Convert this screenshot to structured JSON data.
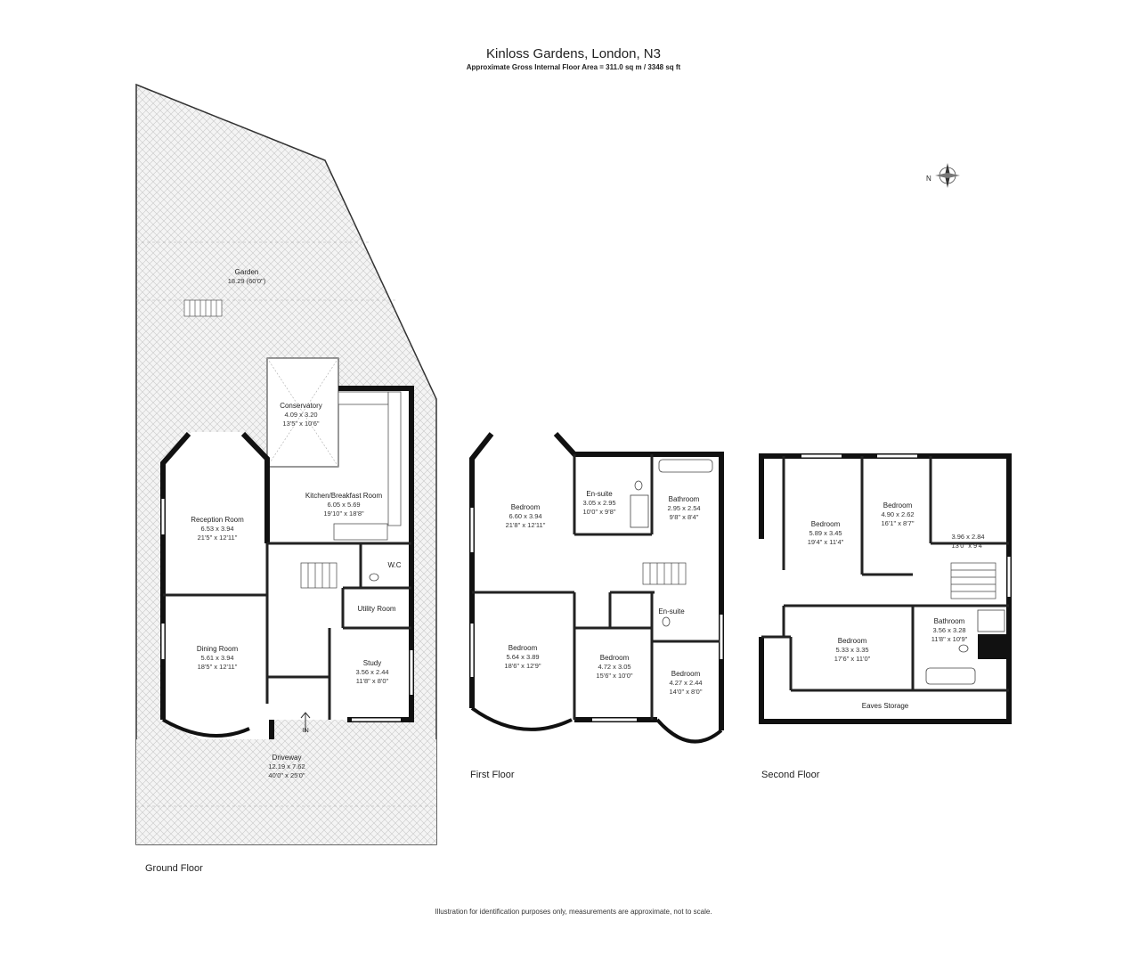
{
  "header": {
    "title": "Kinloss Gardens, London, N3",
    "subtitle": "Approximate Gross Internal Floor Area = 311.0 sq m / 3348 sq ft"
  },
  "compass": {
    "label": "N"
  },
  "floors": {
    "ground": "Ground Floor",
    "first": "First Floor",
    "second": "Second Floor"
  },
  "ground_rooms": {
    "garden": {
      "name": "Garden",
      "dims": "18.29 (60'0\")"
    },
    "conservatory": {
      "name": "Conservatory",
      "metric": "4.09 x 3.20",
      "imperial": "13'5\" x 10'6\""
    },
    "kitchen": {
      "name": "Kitchen/Breakfast Room",
      "metric": "6.05 x 5.69",
      "imperial": "19'10\" x 18'8\""
    },
    "reception": {
      "name": "Reception Room",
      "metric": "6.53 x 3.94",
      "imperial": "21'5\" x 12'11\""
    },
    "wc": {
      "name": "W.C"
    },
    "utility": {
      "name": "Utility Room"
    },
    "dining": {
      "name": "Dining Room",
      "metric": "5.61 x 3.94",
      "imperial": "18'5\" x 12'11\""
    },
    "study": {
      "name": "Study",
      "metric": "3.56 x 2.44",
      "imperial": "11'8\" x 8'0\""
    },
    "entrance": {
      "name": "IN"
    },
    "driveway": {
      "name": "Driveway",
      "metric": "12.19 x 7.62",
      "imperial": "40'0\" x 25'0\""
    }
  },
  "first_rooms": {
    "bedroom_front": {
      "name": "Bedroom",
      "metric": "6.60 x 3.94",
      "imperial": "21'8\" x 12'11\""
    },
    "ensuite_a": {
      "name": "En-suite",
      "metric": "3.05 x 2.95",
      "imperial": "10'0\" x 9'8\""
    },
    "bathroom": {
      "name": "Bathroom",
      "metric": "2.95 x 2.54",
      "imperial": "9'8\" x 8'4\""
    },
    "ensuite_b": {
      "name": "En-suite"
    },
    "bedroom_rear": {
      "name": "Bedroom",
      "metric": "5.64 x 3.89",
      "imperial": "18'6\" x 12'9\""
    },
    "bedroom_mid": {
      "name": "Bedroom",
      "metric": "4.72 x 3.05",
      "imperial": "15'6\" x 10'0\""
    },
    "bedroom_small": {
      "name": "Bedroom",
      "metric": "4.27 x 2.44",
      "imperial": "14'0\" x 8'0\""
    }
  },
  "second_rooms": {
    "bedroom_a": {
      "name": "Bedroom",
      "metric": "5.89 x 3.45",
      "imperial": "19'4\" x 11'4\""
    },
    "bedroom_b": {
      "name": "Bedroom",
      "metric": "4.90 x 2.62",
      "imperial": "16'1\" x 8'7\""
    },
    "room_c": {
      "metric": "3.96 x 2.84",
      "imperial": "13'0\" x 9'4\""
    },
    "bedroom_d": {
      "name": "Bedroom",
      "metric": "5.33 x 3.35",
      "imperial": "17'6\" x 11'0\""
    },
    "bathroom": {
      "name": "Bathroom",
      "metric": "3.56 x 3.28",
      "imperial": "11'8\" x 10'9\""
    },
    "eaves": {
      "name": "Eaves Storage"
    }
  },
  "footer": {
    "disclaimer": "Illustration for identification purposes only, measurements are approximate, not to scale."
  }
}
